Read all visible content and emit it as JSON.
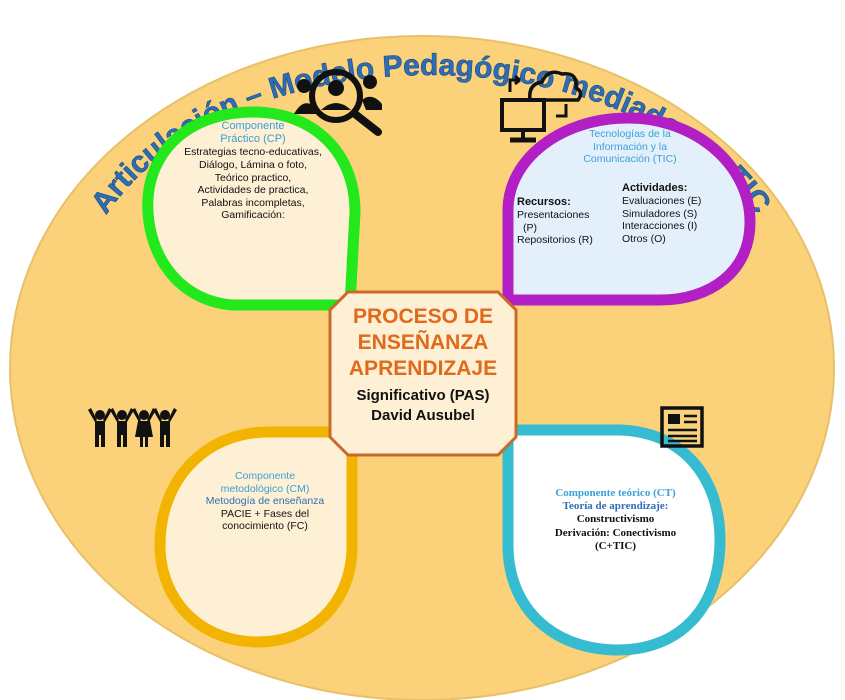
{
  "title": "Articulación – Modelo Pedagógico mediado por TIC",
  "colors": {
    "background": "#fbd27a",
    "title": "#2f6db3",
    "practical": "#22e81c",
    "tic": "#b21fc4",
    "methodological": "#f2b400",
    "theoretical": "#36bcd0",
    "center_border": "#c96a2a",
    "center_text": "#e06a1a"
  },
  "icons": [
    "user-search-icon",
    "computer-cloud-icon",
    "people-group-icon",
    "newspaper-icon"
  ],
  "center": {
    "title": [
      "PROCESO DE",
      "ENSEÑANZA",
      "APRENDIZAJE"
    ],
    "subtitle": [
      "Significativo (PAS)",
      "David Ausubel"
    ]
  },
  "practical": {
    "heading": [
      "Componente",
      "Práctico (CP)"
    ],
    "lines": [
      "Estrategias tecno-educativas,",
      "Diálogo, Lámina o foto,",
      "Teórico practico,",
      "Actividades de practica,",
      "Palabras incompletas,",
      "Gamificación:"
    ]
  },
  "tic": {
    "heading": [
      "Tecnologías de la",
      "Información y la",
      "Comunicación (TIC)"
    ],
    "resources_title": "Recursos:",
    "resources": [
      "Presentaciones",
      "(P)",
      "Repositorios (R)"
    ],
    "activities_title": "Actividades:",
    "activities": [
      "Evaluaciones (E)",
      "Simuladores (S)",
      "Interacciones (I)",
      "Otros (O)"
    ]
  },
  "methodological": {
    "heading": [
      "Componente",
      "metodológico (CM)"
    ],
    "subheading": "Metodogía de enseñanza",
    "lines": [
      "PACIE + Fases del",
      "conocimiento (FC)"
    ]
  },
  "theoretical": {
    "heading": "Componente teórico (CT)",
    "subheading": "Teoría de aprendizaje:",
    "lines": [
      "Constructivismo",
      "Derivación: Conectivismo",
      "(C+TIC)"
    ]
  }
}
